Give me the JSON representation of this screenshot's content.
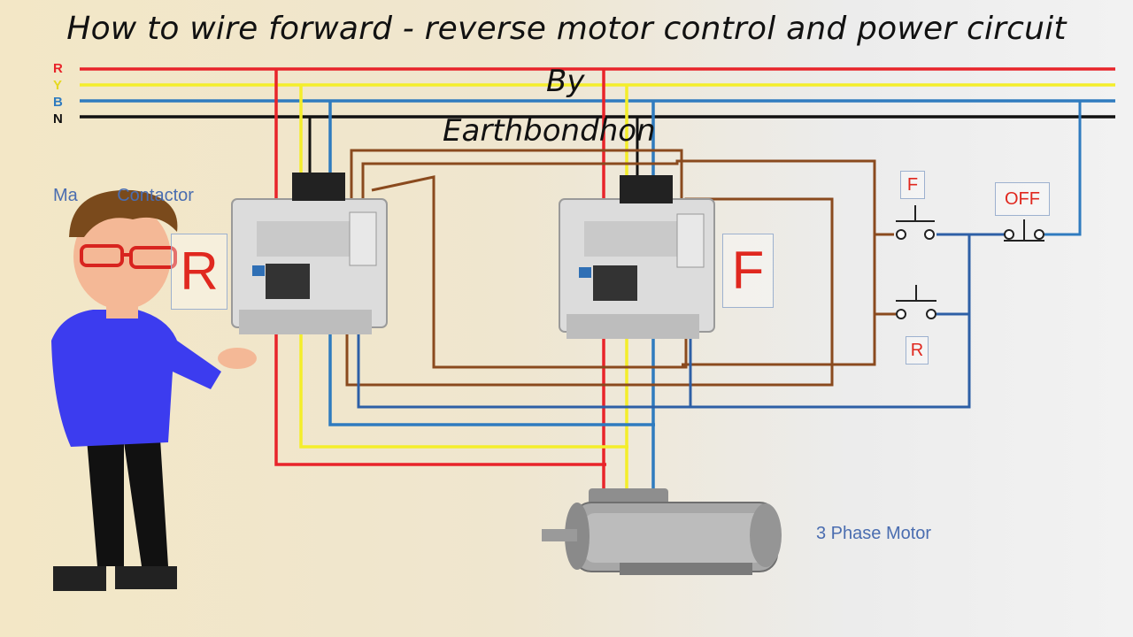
{
  "header": {
    "title": "How to wire forward - reverse motor control and power circuit",
    "by": "By",
    "author": "Earthbondhon"
  },
  "phases": {
    "r": "R",
    "y": "Y",
    "b": "B",
    "n": "N"
  },
  "labels": {
    "contactor": "Ma        Contactor",
    "reverse_contactor": "R",
    "forward_contactor": "F",
    "motor": "3 Phase Motor"
  },
  "buttons": {
    "forward": "F",
    "reverse": "R",
    "off": "OFF"
  },
  "colors": {
    "red_phase": "#e8242a",
    "yellow_phase": "#f4ee2a",
    "blue_phase": "#2f7bbf",
    "neutral": "#111111",
    "control_wire": "#8a4a1e",
    "label_blue": "#4a6db0",
    "accent_red": "#e0281f"
  }
}
